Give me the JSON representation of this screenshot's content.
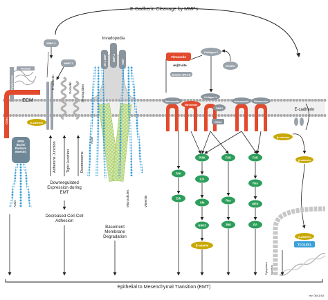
{
  "title": "E-Cadherin Cleavage by MMPs",
  "footer": "Epithelial to Mesenchymal Transition (EMT)",
  "version": "rev. 06/11/18",
  "left_panel": {
    "cd44": "CD44",
    "hyaluronan": "Hyaluronan",
    "versican": "Versican",
    "ecm": "ECM",
    "erm": "ERM\n(Ezrin/\nRadixin/\nMoesin)",
    "actin": "Actin",
    "mmp3": "MMP-3",
    "mmp7": "MMP-7",
    "ecadherin": "E-cadherin",
    "occludin": "Occludin",
    "desmoplakin": "Desmoplakin",
    "beta_catenin": "β-catenin",
    "adherens": "Adherens Junction",
    "tight": "Tight Junction",
    "desmosome": "Desmosome",
    "downregulated": "Downregulated\nExpression during\nEMT",
    "decreased": "Decreased Cell-Cell\nAdhesion",
    "emt_small": "EMT"
  },
  "middle": {
    "invadopodia": "Invadopodia",
    "mt1mmp": "MT1-MMP",
    "mmp2": "MMP-2",
    "timp": "TIMP",
    "actin": "Actin",
    "microtubules": "Microtubules",
    "vimentin": "Vimentin",
    "bm_degradation": "Basement\nMembrane\nDegradation"
  },
  "right": {
    "vitronectin_top": "Vitronectin",
    "alpha_beta": "αvβ3 site",
    "serpine": "Serpine (PAI-1)",
    "collagen1_top": "Collagen 1",
    "sparc": "SPARC",
    "osteonectin": "Osteonectin",
    "vitronectin": "Vitronectin",
    "collagen1": "Collagen 1",
    "osteopontin": "Osteopontin",
    "fibronectin": "Fibronectin",
    "timp1": "TIMP1",
    "cd44": "CD44",
    "fak1": "FAK",
    "erk": "Erk",
    "pi3k": "PI3K",
    "ilk": "ILK",
    "akt": "Akt",
    "gsk3": "GSK3",
    "beta_cat": "β-catenin",
    "fak2": "FAK",
    "rac": "Rac",
    "jnk": "JNK",
    "fak3": "FAK",
    "ras": "Ras",
    "mek": "MEK",
    "ea": "EA",
    "ecadherin": "E-cadherin",
    "beta_catenin_r": "β-catenin",
    "beta_catenin_n": "β-catenin",
    "beta_catenin_n2": "β-catenin",
    "tcf": "TCF/LEF1",
    "cytoplasm": "Cytoplasm",
    "nucleus": "Nucleus"
  }
}
